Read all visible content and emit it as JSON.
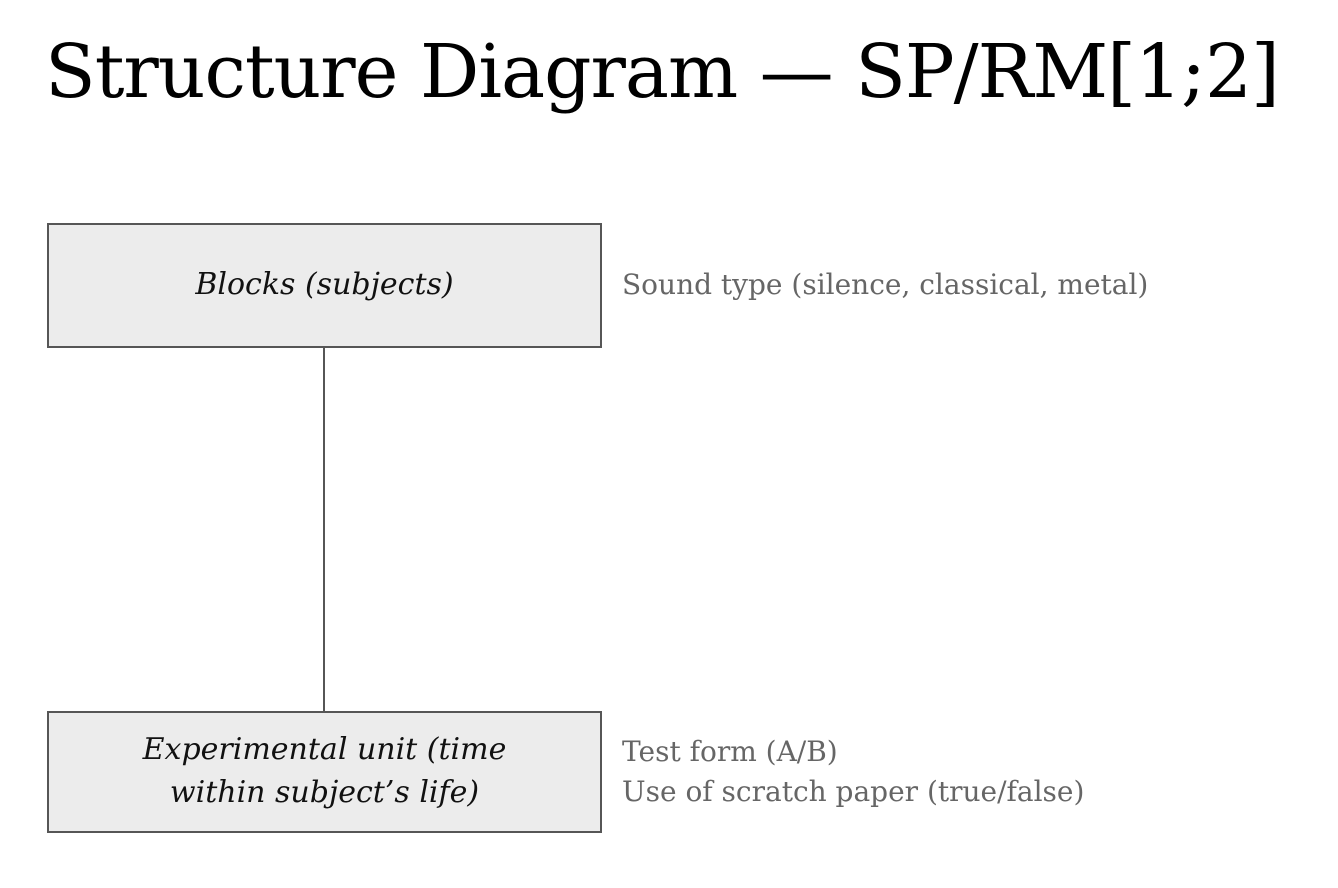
{
  "title": "Structure Diagram — SP/RM[1;2]",
  "colors": {
    "background": "#ffffff",
    "box_fill": "#ececec",
    "box_border": "#565656",
    "connector_line": "#565656",
    "box_text": "#111111",
    "side_note_text": "#666666",
    "title_text": "#000000"
  },
  "diagram": {
    "design": "SP/RM[1;2]",
    "nodes": [
      {
        "name": "blocks",
        "label_lines": [
          "Blocks (subjects)"
        ],
        "side_notes": [
          "Sound type (silence, classical, metal)"
        ]
      },
      {
        "name": "experimental-unit",
        "label_lines": [
          "Experimental unit (time",
          "within subject’s life)"
        ],
        "side_notes": [
          "Test form (A/B)",
          "Use of scratch paper (true/false)"
        ]
      }
    ]
  }
}
